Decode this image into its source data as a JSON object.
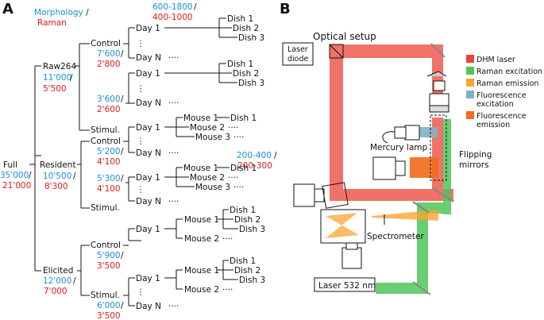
{
  "panel_a": {
    "label": "A",
    "legend": {
      "morphology": "Morphology",
      "sep": " /",
      "raman": "Raman"
    },
    "full": {
      "name": "Full",
      "blue": "35'000",
      "red": "21'000"
    },
    "raw": {
      "name": "Raw264",
      "blue": "11'000",
      "red": "5'500",
      "control": {
        "name": "Control",
        "blue": "7'600",
        "red": "2'800"
      },
      "stimul": {
        "name": "Stimul.",
        "blue": "3'600",
        "red": "2'600"
      }
    },
    "resident": {
      "name": "Resident",
      "blue": "10'500",
      "red": "8'300",
      "control": {
        "name": "Control",
        "blue": "5'200",
        "red": "4'100"
      },
      "stimul": {
        "name": "Stimul.",
        "blue": "5'300",
        "red": "4'100"
      }
    },
    "elicited": {
      "name": "Elicited",
      "blue": "12'000",
      "red": "7'000",
      "control": {
        "name": "Control",
        "blue": "5'900",
        "red": "3'500"
      },
      "stimul": {
        "name": "Stimul.",
        "blue": "6'000",
        "red": "3'500"
      }
    },
    "day1": "Day 1",
    "dayn": "Day N",
    "dots": "····",
    "vdots": "⋮",
    "dishes": [
      "Dish 1",
      "Dish 2",
      "Dish 3"
    ],
    "mice3": [
      "Mouse 1",
      "Mouse 2",
      "Mouse 3"
    ],
    "mouse1": "Mouse 1",
    "mouse2": "Mouse 2",
    "raw_count": {
      "blue": "600-1800",
      "red": "400-1000"
    },
    "mouse_count": {
      "blue": "200-400",
      "red": "200-300"
    }
  },
  "panel_b": {
    "label": "B",
    "title": "Optical setup",
    "laser_diode": [
      "Laser",
      "diode"
    ],
    "mercury_lamp": "Mercury lamp",
    "flipping_mirrors": [
      "Flipping",
      "mirrors"
    ],
    "spectrometer": "Spectrometer",
    "laser_532": "Laser 532 nm",
    "legend": [
      {
        "label": [
          "DHM laser"
        ],
        "color": "#ee4036"
      },
      {
        "label": [
          "Raman excitation"
        ],
        "color": "#4fc55a"
      },
      {
        "label": [
          "Raman emission"
        ],
        "color": "#f7a534"
      },
      {
        "label": [
          "Fluorescence",
          "excitation"
        ],
        "color": "#7fb3c4"
      },
      {
        "label": [
          "Fluorescence",
          "emission"
        ],
        "color": "#f26a1b"
      }
    ]
  }
}
